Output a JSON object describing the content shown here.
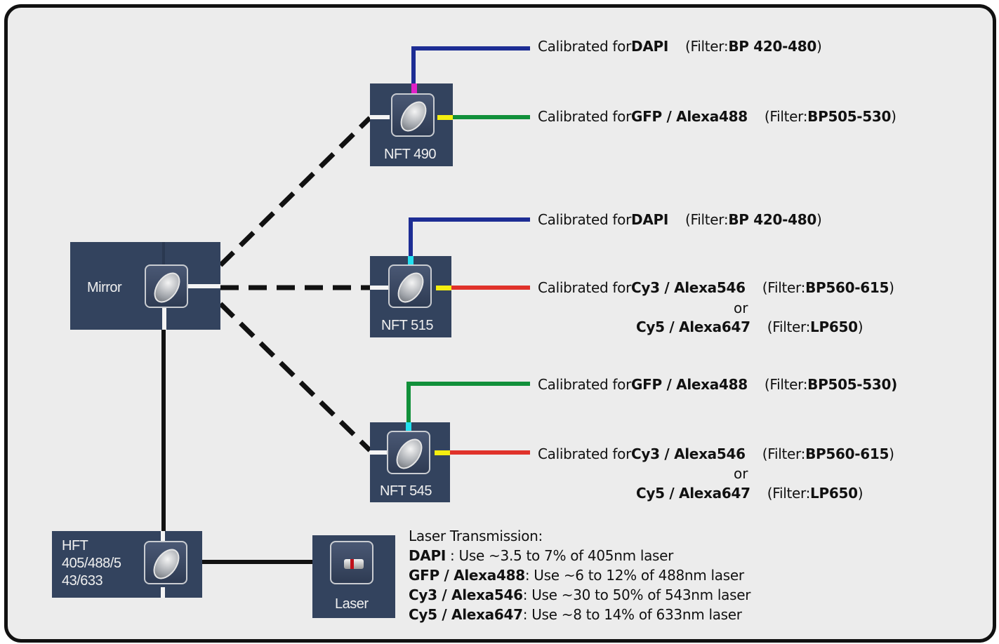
{
  "colors": {
    "box": "#33435e",
    "blue": "#1d2d94",
    "green": "#11903a",
    "red": "#e0322a",
    "magenta": "#e020c8",
    "cyan": "#22e0f0",
    "yellow": "#f4ee10"
  },
  "components": {
    "mirror": "Mirror",
    "nft490": "NFT 490",
    "nft515": "NFT 515",
    "nft545": "NFT 545",
    "hft": [
      "HFT",
      "405/488/5",
      "43/633"
    ],
    "laser": "Laser"
  },
  "icons": {
    "lens": "mirror-lens-icon",
    "laser": "laser-tube-icon"
  },
  "channels": [
    {
      "prefix": "Calibrated for ",
      "dye": "DAPI",
      "filter_prefix": "(Filter: ",
      "filter": "BP 420-480",
      "filter_suffix": ")"
    },
    {
      "prefix": "Calibrated for ",
      "dye": "GFP / Alexa488",
      "filter_prefix": "(Filter: ",
      "filter": "BP505-530",
      "filter_suffix": ")"
    },
    {
      "prefix": "Calibrated for ",
      "dye": "DAPI",
      "filter_prefix": "(Filter: ",
      "filter": "BP 420-480",
      "filter_suffix": ")"
    },
    {
      "prefix": "Calibrated for ",
      "dye": "Cy3 / Alexa546",
      "filter_prefix": "(Filter: ",
      "filter": "BP560-615",
      "filter_suffix": ")"
    },
    {
      "prefix": "",
      "dye": "Cy5 / Alexa647",
      "filter_prefix": "(Filter: ",
      "filter": "LP650",
      "filter_suffix": ")"
    },
    {
      "prefix": "Calibrated for ",
      "dye": "GFP / Alexa488",
      "filter_prefix": "(Filter: ",
      "filter": "BP505-530)",
      "filter_suffix": ""
    },
    {
      "prefix": "Calibrated for ",
      "dye": "Cy3 / Alexa546",
      "filter_prefix": "(Filter: ",
      "filter": "BP560-615",
      "filter_suffix": ")"
    },
    {
      "prefix": "",
      "dye": "Cy5 / Alexa647",
      "filter_prefix": "(Filter: ",
      "filter": "LP650",
      "filter_suffix": ")"
    }
  ],
  "or_word": "or",
  "transmission": {
    "title": "Laser Transmission:",
    "rows": [
      {
        "dye": "DAPI",
        "text": " :  Use ~3.5 to 7% of 405nm laser"
      },
      {
        "dye": "GFP / Alexa488",
        "text": ": Use ~6 to 12% of 488nm laser"
      },
      {
        "dye": "Cy3 / Alexa546",
        "text": ": Use ~30 to 50% of 543nm laser"
      },
      {
        "dye": "Cy5 / Alexa647",
        "text": ": Use ~8 to 14% of 633nm laser"
      }
    ]
  }
}
